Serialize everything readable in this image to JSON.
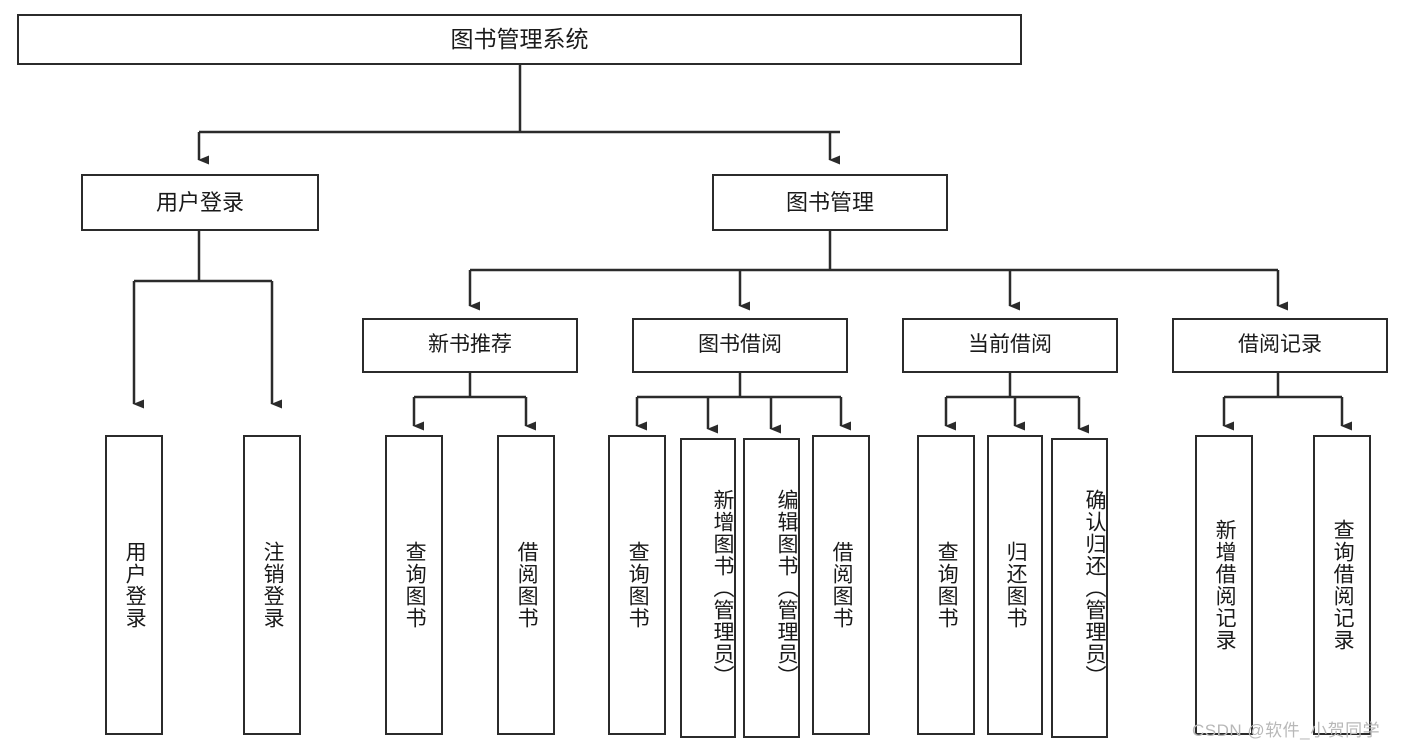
{
  "diagram": {
    "title": "图书管理系统",
    "type": "hierarchy-tree",
    "root": {
      "id": "root",
      "label": "图书管理系统"
    },
    "level2": [
      {
        "id": "user-login",
        "label": "用户登录"
      },
      {
        "id": "book-manage",
        "label": "图书管理"
      }
    ],
    "level3": [
      {
        "id": "new-book-recommend",
        "label": "新书推荐"
      },
      {
        "id": "book-borrow",
        "label": "图书借阅"
      },
      {
        "id": "current-borrow",
        "label": "当前借阅"
      },
      {
        "id": "borrow-record",
        "label": "借阅记录"
      }
    ],
    "leaves": {
      "user_login": [
        {
          "id": "leaf-user-login",
          "label": "用户登录"
        },
        {
          "id": "leaf-logout-login",
          "label": "注销登录"
        }
      ],
      "new_book_recommend": [
        {
          "id": "leaf-query-book-1",
          "label": "查询图书"
        },
        {
          "id": "leaf-borrow-book-1",
          "label": "借阅图书"
        }
      ],
      "book_borrow": [
        {
          "id": "leaf-query-book-2",
          "label": "查询图书"
        },
        {
          "id": "leaf-add-book",
          "label": "新增图书（管理员）"
        },
        {
          "id": "leaf-edit-book",
          "label": "编辑图书（管理员）"
        },
        {
          "id": "leaf-borrow-book-2",
          "label": "借阅图书"
        }
      ],
      "current_borrow": [
        {
          "id": "leaf-query-book-3",
          "label": "查询图书"
        },
        {
          "id": "leaf-return-book",
          "label": "归还图书"
        },
        {
          "id": "leaf-confirm-return",
          "label": "确认归还（管理员）"
        }
      ],
      "borrow_record": [
        {
          "id": "leaf-add-record",
          "label": "新增借阅记录"
        },
        {
          "id": "leaf-query-record",
          "label": "查询借阅记录"
        }
      ]
    }
  },
  "watermark": {
    "text": "CSDN @软件_小贺同学"
  },
  "colors": {
    "stroke": "#2b2b2b",
    "background": "#ffffff",
    "text": "#1a1a1a",
    "watermark": "#b8b8b8"
  }
}
